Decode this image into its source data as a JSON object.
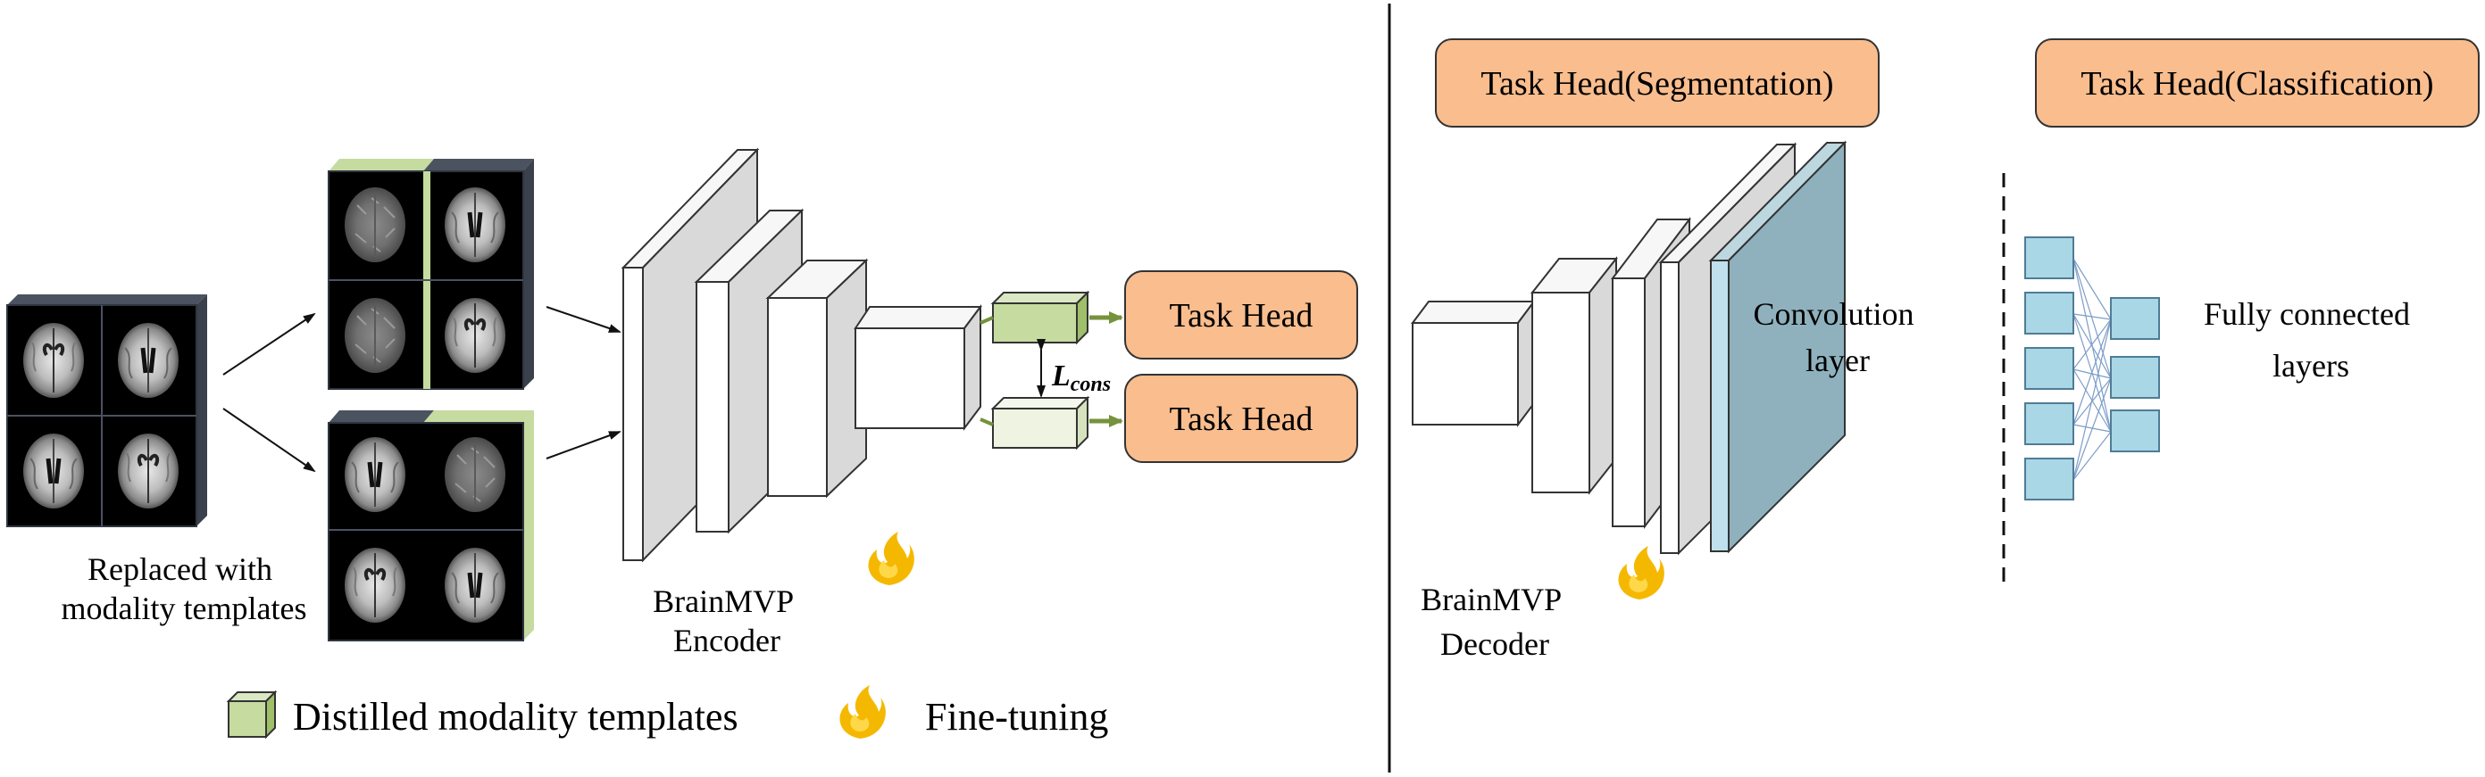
{
  "encoder_label": [
    "BrainMVP",
    "Encoder"
  ],
  "decoder_label": [
    "BrainMVP",
    "Decoder"
  ],
  "replaced_label": [
    "Replaced with",
    "modality templates"
  ],
  "task_heads": [
    "Task Head",
    "Task Head"
  ],
  "loss": {
    "main": "L",
    "sub": "cons"
  },
  "seg_head": "Task Head(Segmentation)",
  "cls_head": "Task Head(Classification)",
  "conv_label": [
    "Convolution",
    "layer"
  ],
  "fc_label": [
    "Fully connected",
    "layers"
  ],
  "legend": {
    "templates": "Distilled modality templates",
    "finetune": "Fine-tuning"
  },
  "colors": {
    "task_head_fill": "#f9bd8e",
    "template_green": "#c6dba0",
    "template_light": "#eef3e2",
    "conv_blue": "#8fb1bd",
    "fc_node": "#a9d7e6",
    "flame": "#f5b800",
    "arrow_green": "#76923c"
  },
  "icons": [
    "brain-mri-tile",
    "flame-icon",
    "cube-icon"
  ]
}
